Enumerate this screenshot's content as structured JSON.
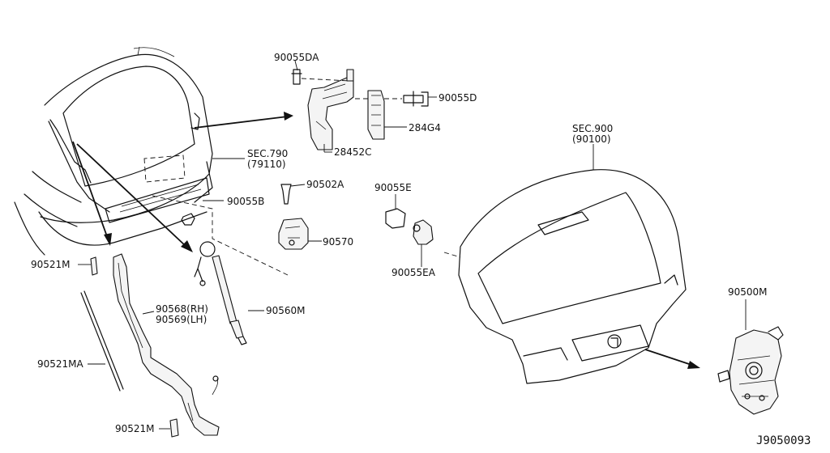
{
  "labels": {
    "p90055DA": "90055DA",
    "p90055D": "90055D",
    "p284G4": "284G4",
    "p28452C": "28452C",
    "sec790": "SEC.790",
    "sec790_sub": "(79110)",
    "p90502A": "90502A",
    "p90055B": "90055B",
    "p90570": "90570",
    "p90055E": "90055E",
    "p90055EA": "90055EA",
    "sec900": "SEC.900",
    "sec900_sub": "(90100)",
    "p90500M": "90500M",
    "p90521M_top": "90521M",
    "p90568": "90568(RH)",
    "p90569": "90569(LH)",
    "p90560M": "90560M",
    "p90521MA": "90521MA",
    "p90521M_bottom": "90521M"
  },
  "diagram_ref": "J9050093"
}
